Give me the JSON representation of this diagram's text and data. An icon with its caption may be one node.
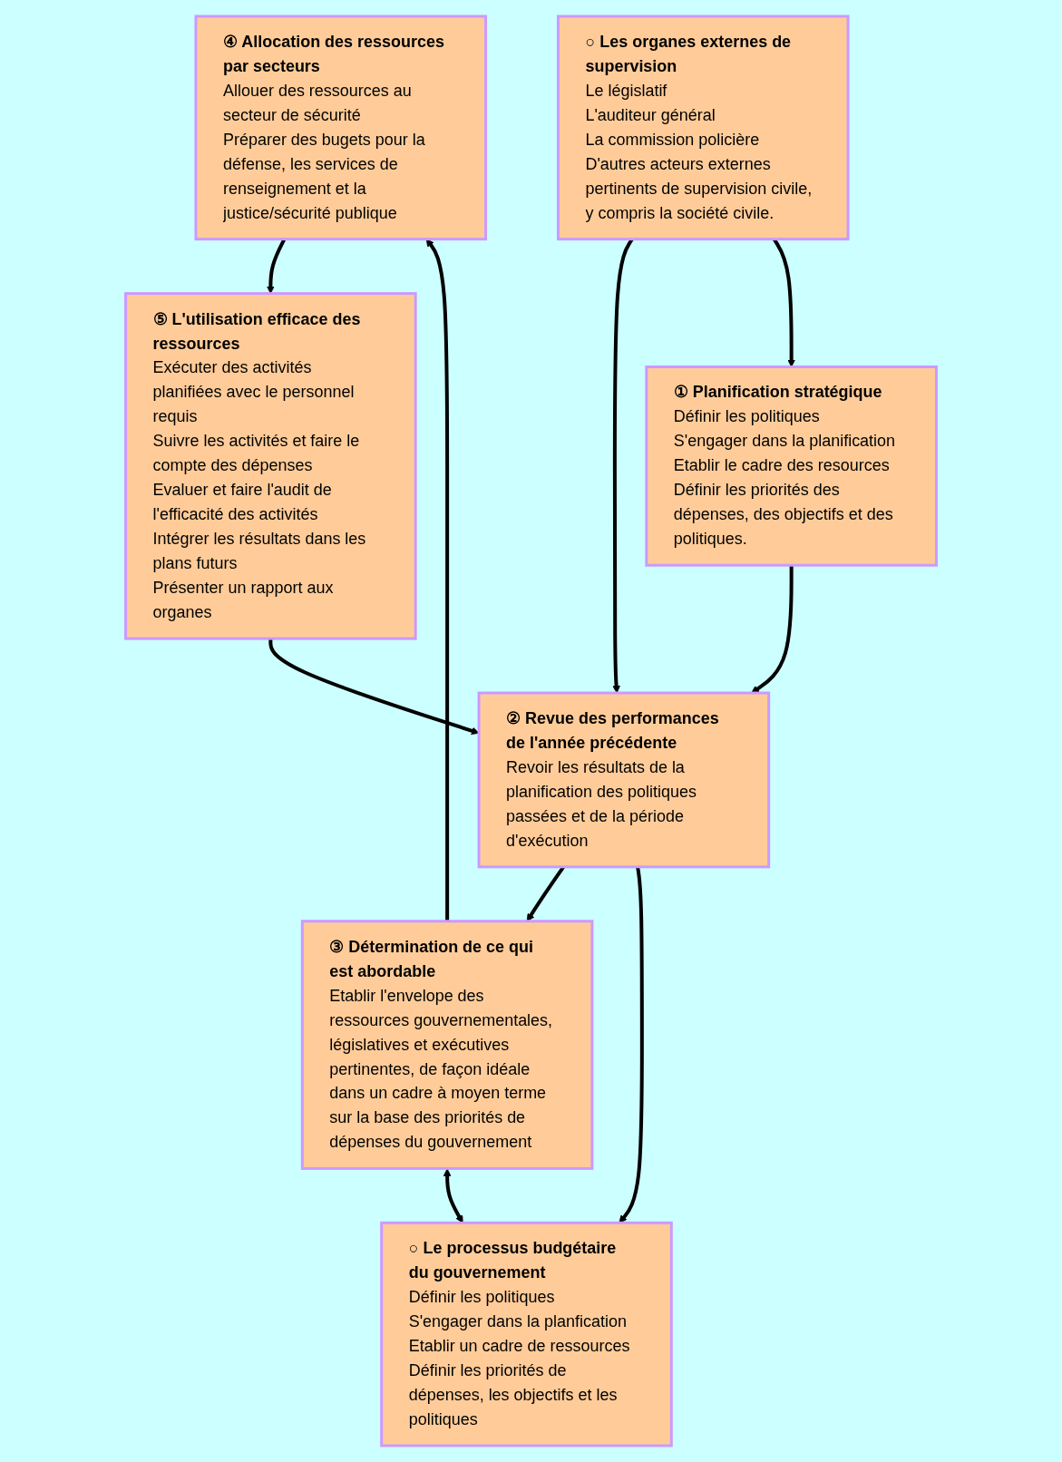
{
  "diagram": {
    "nodes": [
      {
        "text": [
          "④ Allocation des ressources par secteurs",
          "Allouer des ressources au secteur de sécurité",
          "Préparer des bugets pour la défense, les services de renseignement et la justice/sécurité publique"
        ]
      },
      {
        "text": [
          "⑤ L'utilisation efficace des ressources",
          "Exécuter des activités planifiées avec le personnel requis",
          "Suivre les activités et faire le compte des dépenses",
          "Evaluer et faire l'audit de l'efficacité des activités",
          "Intégrer les résultats dans les plans futurs",
          "Présenter un rapport aux organes"
        ]
      },
      {
        "text": [
          "○ Les organes externes de supervision",
          "Le législatif",
          "L'auditeur général",
          "La commission policière",
          "D'autres acteurs externes pertinents de supervision civile, y compris la société civile."
        ]
      },
      {
        "text": [
          "③ Détermination de ce qui est abordable",
          "Etablir l'envelope des ressources gouvernementales, législatives et exécutives pertinentes, de façon idéale dans un cadre à moyen terme sur la base des priorités de dépenses du gouvernement"
        ]
      },
      {
        "text": [
          "② Revue des performances de l'année précédente",
          "Revoir les résultats de la planification des politiques passées et de la période d'exécution"
        ]
      },
      {
        "text": [
          "○ Le processus budgétaire du gouvernement",
          "Définir les politiques",
          "S'engager dans la planfication",
          "Etablir un cadre de ressources",
          "Définir les priorités de dépenses, les objectifs et les politiques"
        ]
      },
      {
        "text": [
          "① Planification stratégique",
          "Définir les politiques",
          "S'engager dans la planification",
          "Etablir le cadre des resources",
          "Définir les priorités des dépenses, des objectifs et des politiques."
        ]
      }
    ],
    "edges": [
      {
        "from": 0,
        "to": 1,
        "arrow": "to"
      },
      {
        "from": 1,
        "to": 4,
        "arrow": "to"
      },
      {
        "from": 2,
        "to": 4,
        "arrow": "to"
      },
      {
        "from": 2,
        "to": 6,
        "arrow": "to"
      },
      {
        "from": 4,
        "to": 3,
        "arrow": "to"
      },
      {
        "from": 4,
        "to": 5,
        "arrow": "to"
      },
      {
        "from": 6,
        "to": 4,
        "arrow": "to"
      },
      {
        "from": 3,
        "to": 0,
        "arrow": "to"
      },
      {
        "from": 3,
        "to": 5,
        "arrow": "both"
      }
    ]
  }
}
